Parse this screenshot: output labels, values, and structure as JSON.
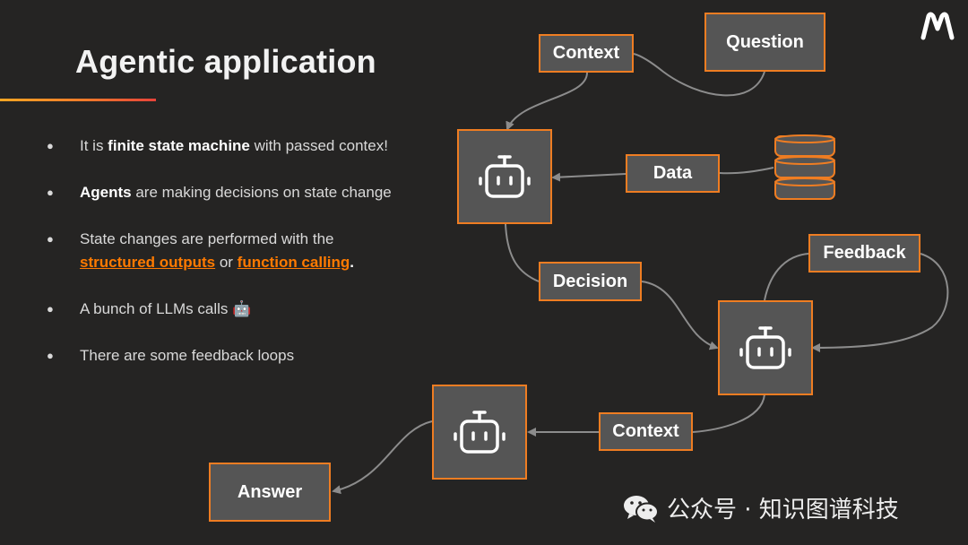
{
  "slide": {
    "title": "Agentic application"
  },
  "bullets": [
    {
      "prefix": "It is ",
      "bold": "finite state machine",
      "suffix": " with passed contex!"
    },
    {
      "bold": "Agents",
      "suffix": " are making decisions on state change"
    },
    {
      "prefix": "State changes are performed with the ",
      "link1": "structured outputs",
      "middle": " or ",
      "link2": "function calling",
      "suffix": "."
    },
    {
      "text": "A bunch of LLMs calls 🤖"
    },
    {
      "text": "There are some feedback loops"
    }
  ],
  "diagram": {
    "nodes": {
      "context_top": "Context",
      "question": "Question",
      "data": "Data",
      "decision": "Decision",
      "feedback": "Feedback",
      "context_bottom": "Context",
      "answer": "Answer"
    }
  },
  "watermark": {
    "text": "公众号 · 知识图谱科技"
  },
  "colors": {
    "background": "#252423",
    "accent": "#ef7d22",
    "node_fill": "#555555",
    "link": "#ff7a00"
  }
}
